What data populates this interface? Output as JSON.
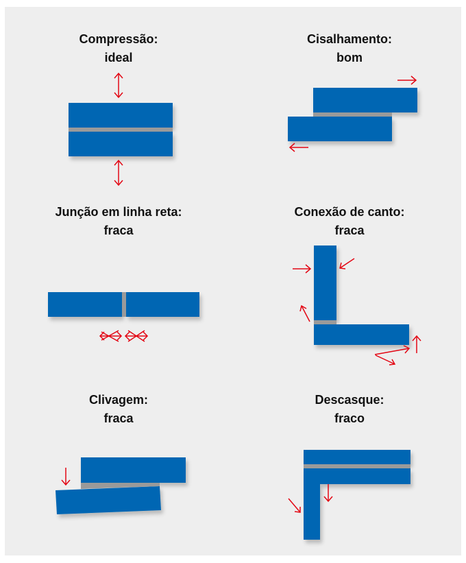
{
  "colors": {
    "background": "#eeeeee",
    "plate": "#0066b3",
    "adhesive": "#9a9a9a",
    "arrow": "#e30613",
    "text": "#111111"
  },
  "joints": [
    {
      "name": "Compressão:",
      "rating": "ideal"
    },
    {
      "name": "Cisalhamento:",
      "rating": "bom"
    },
    {
      "name": "Junção em linha reta:",
      "rating": "fraca"
    },
    {
      "name": "Conexão de canto:",
      "rating": "fraca"
    },
    {
      "name": "Clivagem:",
      "rating": "fraca"
    },
    {
      "name": "Descasque:",
      "rating": "fraco"
    }
  ]
}
